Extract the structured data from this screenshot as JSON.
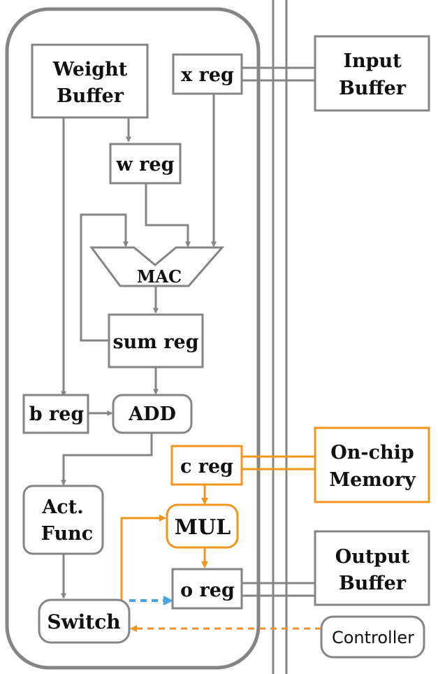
{
  "colors": {
    "gray": "#858585",
    "orange": "#F0961E",
    "blue": "#4AA3E8",
    "text": "#111111"
  },
  "blocks": {
    "weight_buffer": [
      "Weight",
      "Buffer"
    ],
    "x_reg": "x reg",
    "input_buffer": [
      "Input",
      "Buffer"
    ],
    "w_reg": "w reg",
    "mac": "MAC",
    "sum_reg": "sum reg",
    "b_reg": "b reg",
    "add": "ADD",
    "c_reg": "c reg",
    "on_chip_memory": [
      "On-chip",
      "Memory"
    ],
    "act_func": [
      "Act.",
      "Func"
    ],
    "mul": "MUL",
    "output_buffer": [
      "Output",
      "Buffer"
    ],
    "o_reg": "o reg",
    "switch": "Switch",
    "controller": "Controller"
  }
}
